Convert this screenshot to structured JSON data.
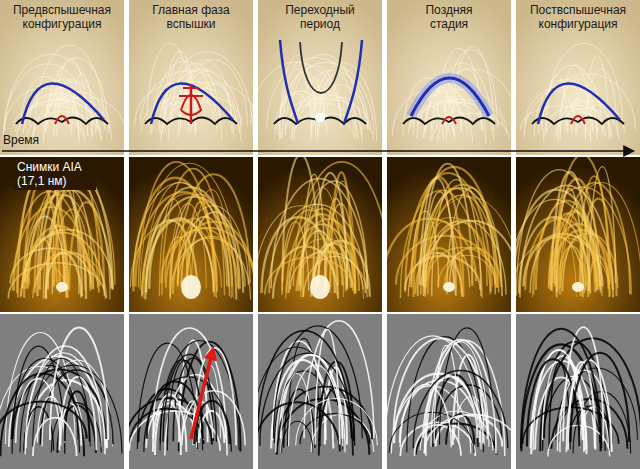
{
  "diagram": {
    "labels": [
      "Предвспышечная конфигурация",
      "Главная фаза вспышки",
      "Переходный период",
      "Поздняя стадия",
      "Поствспышечная конфигурация",
      "Время",
      "Снимки AIA (17,1 нм)"
    ]
  }
}
